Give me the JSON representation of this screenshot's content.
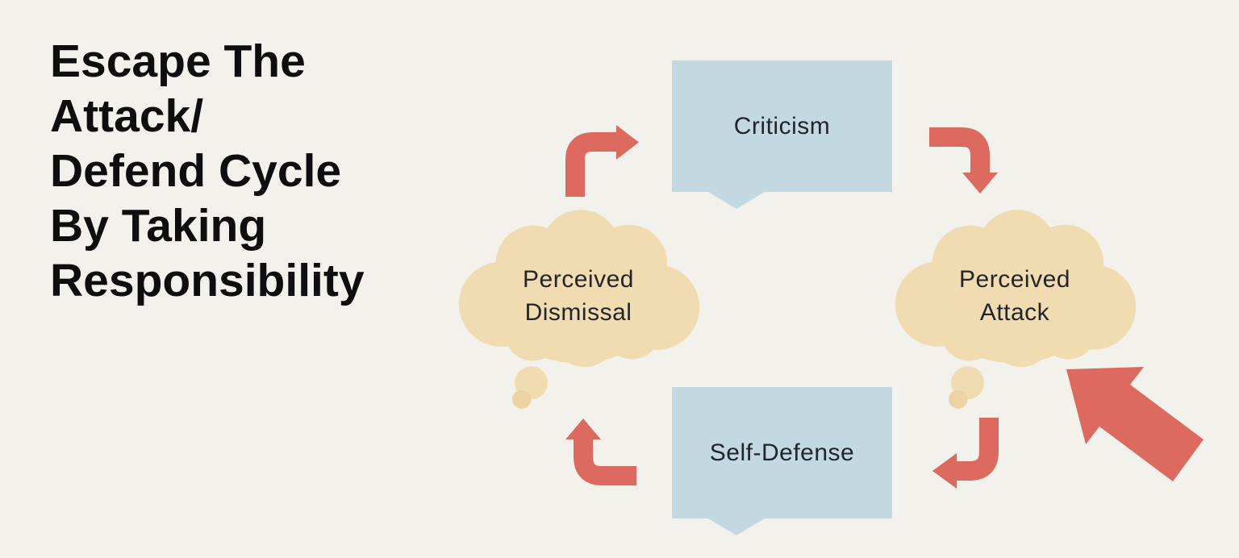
{
  "title": "Escape The\nAttack/\nDefend Cycle\nBy Taking\nResponsibility",
  "diagram": {
    "type": "cycle",
    "direction": "clockwise",
    "nodes": [
      {
        "id": "criticism",
        "label": "Criticism",
        "shape": "speech-bubble"
      },
      {
        "id": "perceived-attack",
        "label": "Perceived\nAttack",
        "shape": "thought-cloud"
      },
      {
        "id": "self-defense",
        "label": "Self-Defense",
        "shape": "speech-bubble"
      },
      {
        "id": "perceived-dismissal",
        "label": "Perceived\nDismissal",
        "shape": "thought-cloud"
      }
    ],
    "arrows": [
      {
        "from": "perceived-dismissal",
        "to": "criticism"
      },
      {
        "from": "criticism",
        "to": "perceived-attack"
      },
      {
        "from": "perceived-attack",
        "to": "self-defense"
      },
      {
        "from": "self-defense",
        "to": "perceived-dismissal"
      }
    ],
    "annotation_arrow": {
      "points_to": "perceived-attack"
    }
  },
  "colors": {
    "bg": "#f2f1ec",
    "bubble_blue": "#c3d9e2",
    "cloud_tan": "#f1dcb2",
    "cloud_tan_dark": "#edd3a3",
    "arrow_red": "#dc6a5e",
    "title_color": "#0e0e0e",
    "label_color": "#21262b"
  }
}
